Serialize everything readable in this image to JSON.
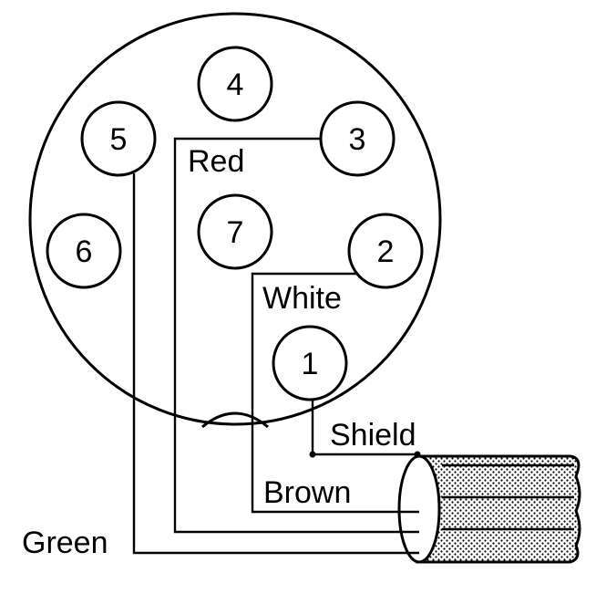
{
  "pins": [
    {
      "id": "pin-1",
      "label": "1"
    },
    {
      "id": "pin-2",
      "label": "2"
    },
    {
      "id": "pin-3",
      "label": "3"
    },
    {
      "id": "pin-4",
      "label": "4"
    },
    {
      "id": "pin-5",
      "label": "5"
    },
    {
      "id": "pin-6",
      "label": "6"
    },
    {
      "id": "pin-7",
      "label": "7"
    }
  ],
  "wires": {
    "red": "Red",
    "white": "White",
    "shield": "Shield",
    "brown": "Brown",
    "green": "Green"
  }
}
